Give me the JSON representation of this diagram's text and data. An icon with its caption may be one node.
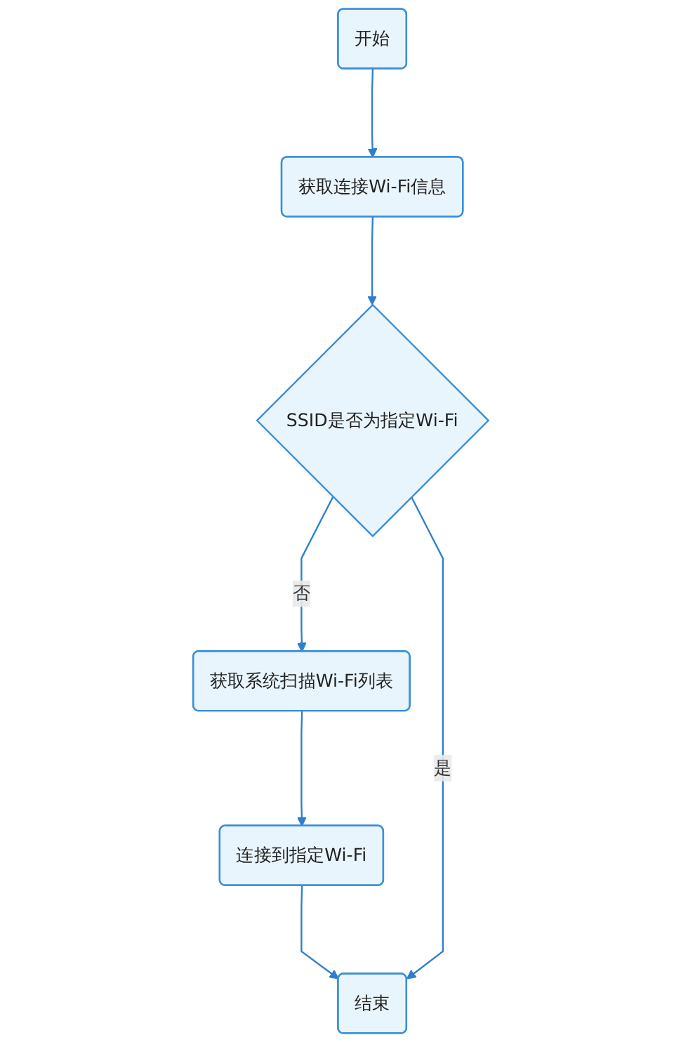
{
  "diagram": {
    "nodes": [
      {
        "text": [
          "开始"
        ]
      },
      {
        "text": [
          "获取连接Wi-Fi信息"
        ]
      },
      {
        "text": [
          "SSID是否为指定Wi-Fi"
        ]
      },
      {
        "text": [
          "获取系统扫描Wi-Fi列表"
        ]
      },
      {
        "text": [
          "连接到指定Wi-Fi"
        ]
      },
      {
        "text": [
          "结束"
        ]
      }
    ],
    "edges": [
      {
        "from": 0,
        "to": 1,
        "arrow": "to"
      },
      {
        "from": 1,
        "to": 2,
        "arrow": "to"
      },
      {
        "from": 2,
        "to": 3,
        "arrow": "to",
        "label": "否"
      },
      {
        "from": 3,
        "to": 4,
        "arrow": "to"
      },
      {
        "from": 4,
        "to": 5,
        "arrow": "to"
      },
      {
        "from": 2,
        "to": 5,
        "arrow": "to",
        "label": "是"
      }
    ]
  }
}
